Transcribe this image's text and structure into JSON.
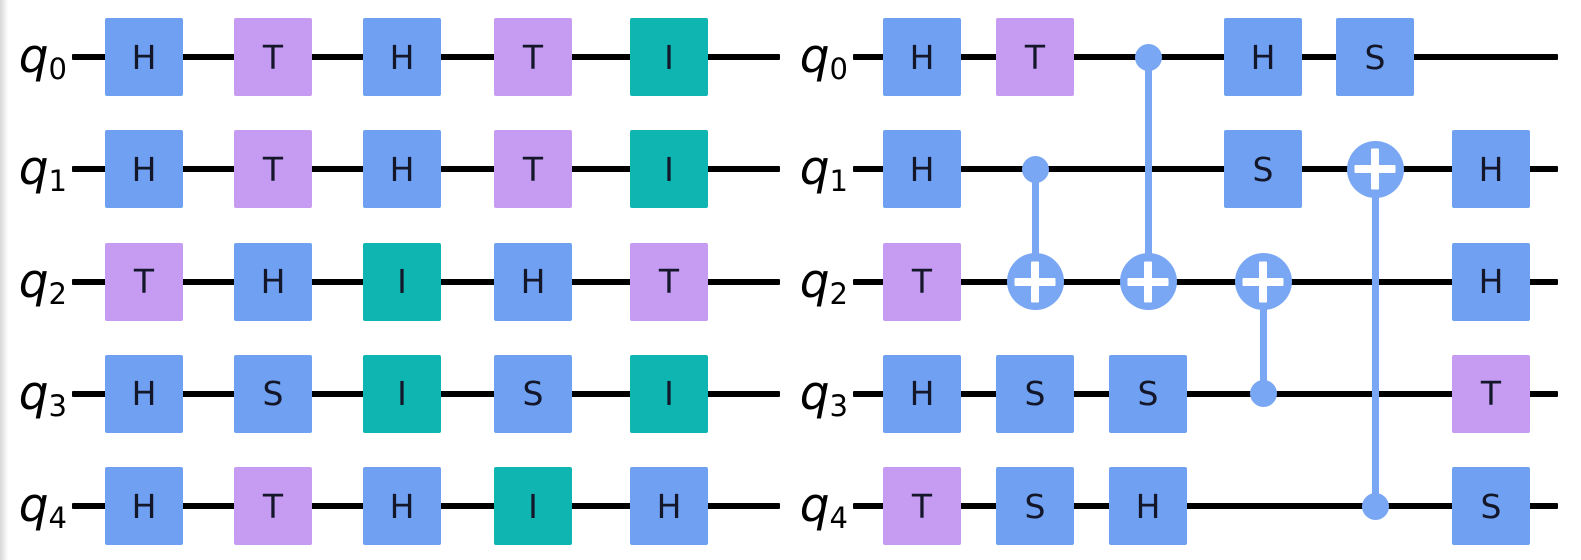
{
  "figure": {
    "type": "quantum-circuit-pair",
    "background": "#ffffff",
    "colors": {
      "gate_blue": "#6FA0F1",
      "gate_purple": "#C69CF3",
      "gate_teal": "#0FB6B1",
      "cnot_blue": "#7AA7F4",
      "wire_black": "#000000",
      "gate_text": "#14162a",
      "plus_white": "#ffffff"
    },
    "circuits": [
      {
        "id": "left",
        "qubits": [
          {
            "base": "q",
            "sub": "0"
          },
          {
            "base": "q",
            "sub": "1"
          },
          {
            "base": "q",
            "sub": "2"
          },
          {
            "base": "q",
            "sub": "3"
          },
          {
            "base": "q",
            "sub": "4"
          }
        ],
        "gates": [
          {
            "row": 0,
            "col": 0,
            "label": "H",
            "color": "blue"
          },
          {
            "row": 0,
            "col": 1,
            "label": "T",
            "color": "purple"
          },
          {
            "row": 0,
            "col": 2,
            "label": "H",
            "color": "blue"
          },
          {
            "row": 0,
            "col": 3,
            "label": "T",
            "color": "purple"
          },
          {
            "row": 0,
            "col": 4,
            "label": "I",
            "color": "teal"
          },
          {
            "row": 1,
            "col": 0,
            "label": "H",
            "color": "blue"
          },
          {
            "row": 1,
            "col": 1,
            "label": "T",
            "color": "purple"
          },
          {
            "row": 1,
            "col": 2,
            "label": "H",
            "color": "blue"
          },
          {
            "row": 1,
            "col": 3,
            "label": "T",
            "color": "purple"
          },
          {
            "row": 1,
            "col": 4,
            "label": "I",
            "color": "teal"
          },
          {
            "row": 2,
            "col": 0,
            "label": "T",
            "color": "purple"
          },
          {
            "row": 2,
            "col": 1,
            "label": "H",
            "color": "blue"
          },
          {
            "row": 2,
            "col": 2,
            "label": "I",
            "color": "teal"
          },
          {
            "row": 2,
            "col": 3,
            "label": "H",
            "color": "blue"
          },
          {
            "row": 2,
            "col": 4,
            "label": "T",
            "color": "purple"
          },
          {
            "row": 3,
            "col": 0,
            "label": "H",
            "color": "blue"
          },
          {
            "row": 3,
            "col": 1,
            "label": "S",
            "color": "blue"
          },
          {
            "row": 3,
            "col": 2,
            "label": "I",
            "color": "teal"
          },
          {
            "row": 3,
            "col": 3,
            "label": "S",
            "color": "blue"
          },
          {
            "row": 3,
            "col": 4,
            "label": "I",
            "color": "teal"
          },
          {
            "row": 4,
            "col": 0,
            "label": "H",
            "color": "blue"
          },
          {
            "row": 4,
            "col": 1,
            "label": "T",
            "color": "purple"
          },
          {
            "row": 4,
            "col": 2,
            "label": "H",
            "color": "blue"
          },
          {
            "row": 4,
            "col": 3,
            "label": "I",
            "color": "teal"
          },
          {
            "row": 4,
            "col": 4,
            "label": "H",
            "color": "blue"
          }
        ],
        "cnots": []
      },
      {
        "id": "right",
        "qubits": [
          {
            "base": "q",
            "sub": "0"
          },
          {
            "base": "q",
            "sub": "1"
          },
          {
            "base": "q",
            "sub": "2"
          },
          {
            "base": "q",
            "sub": "3"
          },
          {
            "base": "q",
            "sub": "4"
          }
        ],
        "gates": [
          {
            "row": 0,
            "col": 0,
            "label": "H",
            "color": "blue"
          },
          {
            "row": 0,
            "col": 1,
            "label": "T",
            "color": "purple"
          },
          {
            "row": 0,
            "col": 3,
            "label": "H",
            "color": "blue"
          },
          {
            "row": 0,
            "col": 4,
            "label": "S",
            "color": "blue"
          },
          {
            "row": 1,
            "col": 0,
            "label": "H",
            "color": "blue"
          },
          {
            "row": 1,
            "col": 3,
            "label": "S",
            "color": "blue"
          },
          {
            "row": 1,
            "col": 5,
            "label": "H",
            "color": "blue"
          },
          {
            "row": 2,
            "col": 0,
            "label": "T",
            "color": "purple"
          },
          {
            "row": 2,
            "col": 5,
            "label": "H",
            "color": "blue"
          },
          {
            "row": 3,
            "col": 0,
            "label": "H",
            "color": "blue"
          },
          {
            "row": 3,
            "col": 1,
            "label": "S",
            "color": "blue"
          },
          {
            "row": 3,
            "col": 2,
            "label": "S",
            "color": "blue"
          },
          {
            "row": 3,
            "col": 5,
            "label": "T",
            "color": "purple"
          },
          {
            "row": 4,
            "col": 0,
            "label": "T",
            "color": "purple"
          },
          {
            "row": 4,
            "col": 1,
            "label": "S",
            "color": "blue"
          },
          {
            "row": 4,
            "col": 2,
            "label": "H",
            "color": "blue"
          },
          {
            "row": 4,
            "col": 5,
            "label": "S",
            "color": "blue"
          }
        ],
        "cnots": [
          {
            "col": 1,
            "control_row": 1,
            "target_row": 2
          },
          {
            "col": 2,
            "control_row": 0,
            "target_row": 2
          },
          {
            "col": 3,
            "control_row": 3,
            "target_row": 2
          },
          {
            "col": 4,
            "control_row": 4,
            "target_row": 1
          }
        ]
      }
    ]
  }
}
